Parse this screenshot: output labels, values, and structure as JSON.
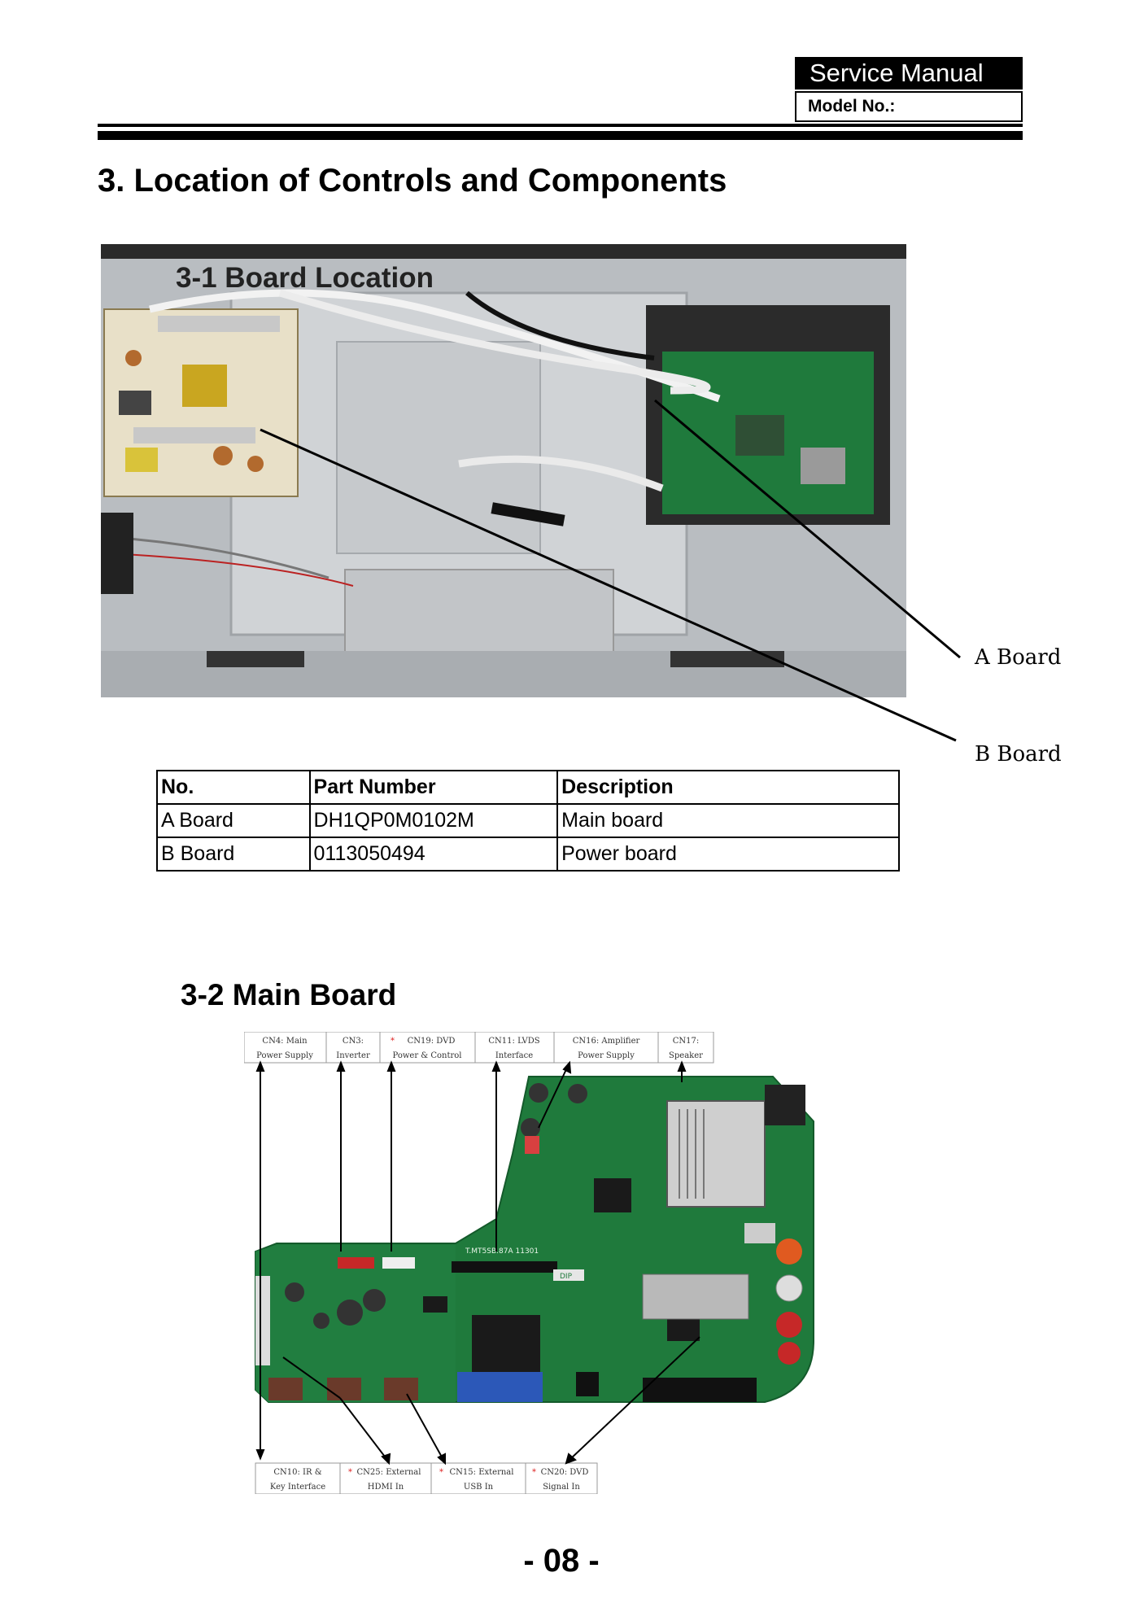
{
  "header": {
    "title": "Service Manual",
    "model_label": "Model No.:"
  },
  "heading": "3. Location of Controls and Components",
  "section1": {
    "title": "3-1 Board Location",
    "callouts": {
      "a": "A Board",
      "b": "B  Board"
    }
  },
  "table": {
    "headers": [
      "No.",
      "Part Number",
      "Description"
    ],
    "rows": [
      [
        "A  Board",
        "DH1QP0M0102M",
        "Main board"
      ],
      [
        "B  Board",
        "0113050494",
        "Power board"
      ]
    ]
  },
  "section2": {
    "title": "3-2 Main Board",
    "top_connectors": [
      {
        "line1": "CN4: Main",
        "line2": "Power Supply",
        "marker": ""
      },
      {
        "line1": "CN3:",
        "line2": "Inverter",
        "marker": ""
      },
      {
        "line1": "CN19: DVD",
        "line2": "Power & Control",
        "marker": "*"
      },
      {
        "line1": "CN11: LVDS",
        "line2": "Interface",
        "marker": ""
      },
      {
        "line1": "CN16: Amplifier",
        "line2": "Power Supply",
        "marker": ""
      },
      {
        "line1": "CN17:",
        "line2": "Speaker",
        "marker": ""
      }
    ],
    "bottom_connectors": [
      {
        "line1": "CN10: IR &",
        "line2": "Key Interface",
        "marker": ""
      },
      {
        "line1": "CN25: External",
        "line2": "HDMI In",
        "marker": "*"
      },
      {
        "line1": "CN15: External",
        "line2": "USB In",
        "marker": "*"
      },
      {
        "line1": "CN20: DVD",
        "line2": "Signal In",
        "marker": "*"
      }
    ],
    "pcb_marks": {
      "model": "T.MT5SB.87A 11301",
      "dip": "DIP"
    }
  },
  "page_number": "- 08 -",
  "colors": {
    "pcb_green": "#1f7a3c",
    "chassis": "#c9cccf",
    "marker_red": "#d22222"
  }
}
